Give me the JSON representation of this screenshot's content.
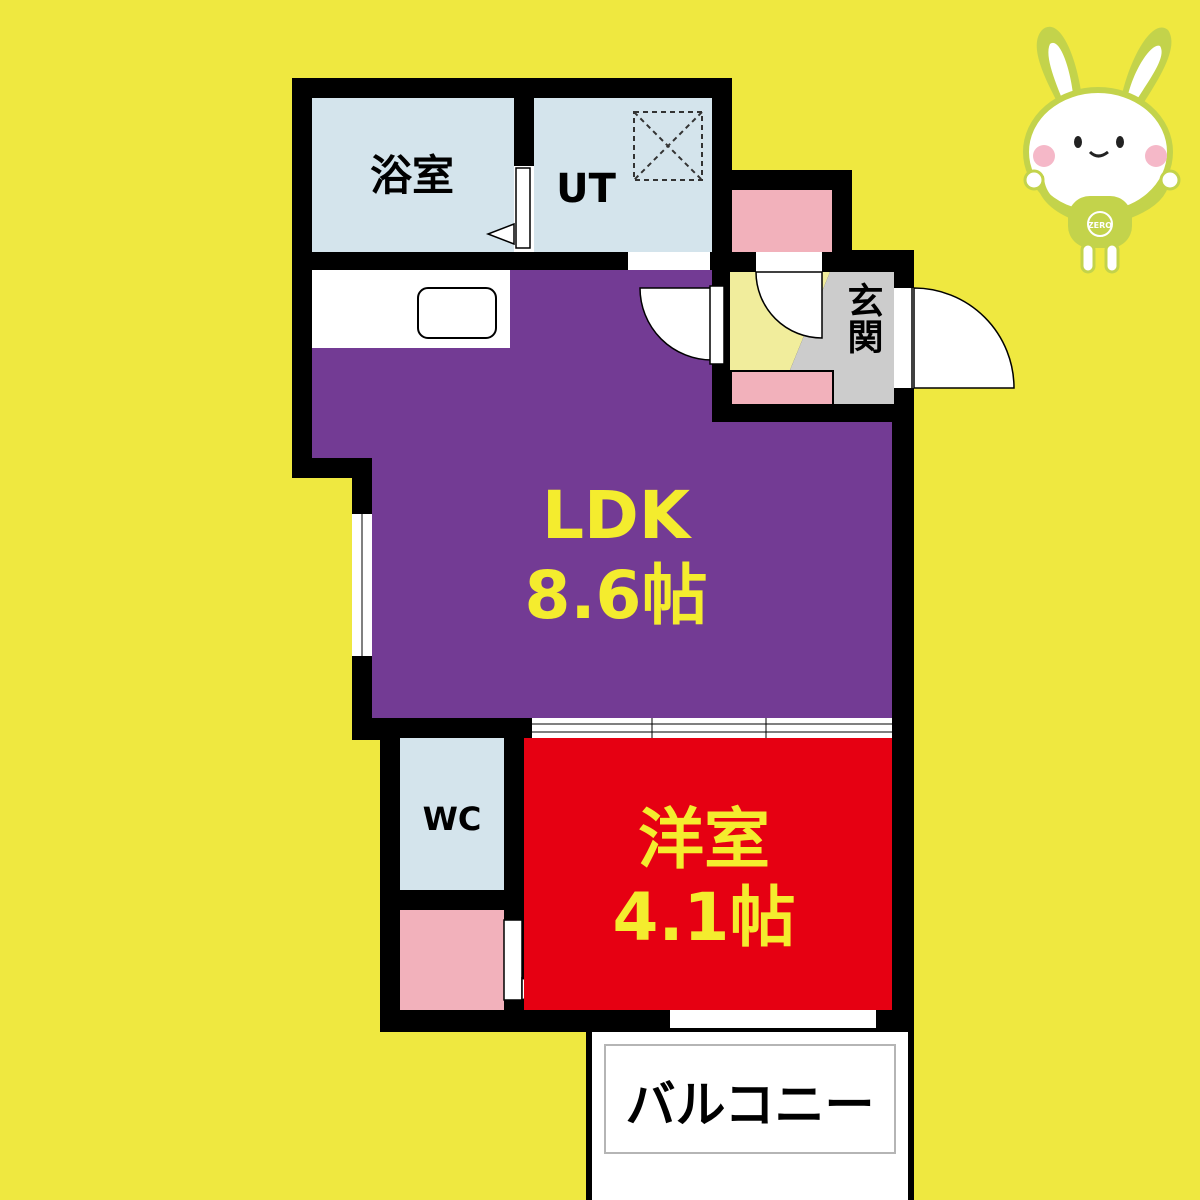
{
  "colors": {
    "background": "#efe840",
    "wall": "#000000",
    "wet_area": "#d4e4ec",
    "storage": "#f2b1bb",
    "ldk": "#733b94",
    "western_room": "#e60012",
    "entrance_floor": "#cccccc",
    "entrance_hall": "#f1ed9c",
    "room_label_on_dark": "#f4ec2e",
    "mascot_body": "#c3d34b"
  },
  "rooms": {
    "bathroom": {
      "label": "浴室"
    },
    "utility": {
      "label": "UT"
    },
    "entrance": {
      "label": "玄関"
    },
    "ldk": {
      "label": "LDK",
      "size": "8.6帖"
    },
    "wc": {
      "label": "WC"
    },
    "western_room": {
      "label": "洋室",
      "size": "4.1帖"
    },
    "balcony": {
      "label": "バルコニー"
    }
  },
  "mascot": {
    "badge_text": "ZERO"
  }
}
